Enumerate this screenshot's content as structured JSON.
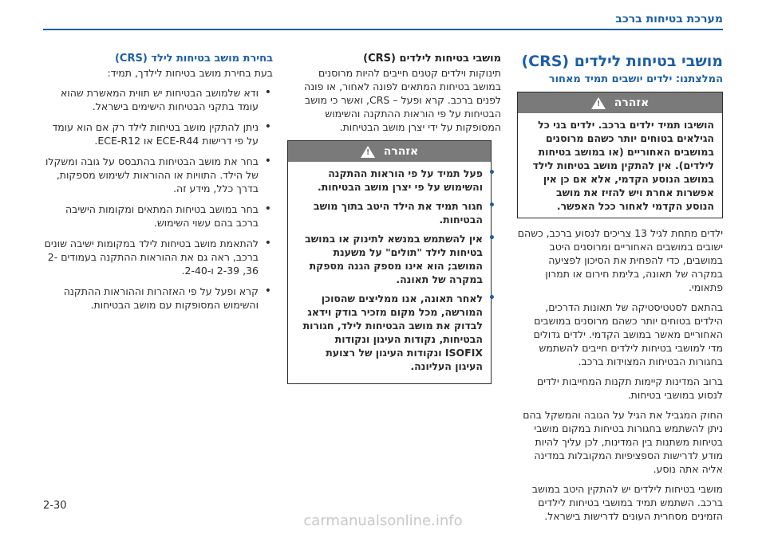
{
  "header": {
    "title": "מערכת בטיחות ברכב"
  },
  "right_col": {
    "main_heading": "מושבי בטיחות לילדים (CRS)",
    "sub_heading": "המלצתנו: ילדים יושבים תמיד מאחור",
    "warning": {
      "title": "אזהרה",
      "text": "הושיבו תמיד ילדים ברכב. ילדים בני כל הגילאים בטוחים יותר כשהם מרוסנים במושבים האחוריים (או במושב בטיחות לילדים). אין להתקין מושב בטיחות לילד במושב הנוסע הקדמי, אלא אם כן אין אפשרות אחרת ויש להזיז את מושב הנוסע הקדמי לאחור ככל האפשר."
    },
    "paragraphs": [
      "ילדים מתחת לגיל 13 צריכים לנסוע ברכב, כשהם ישובים במושבים האחוריים ומרוסנים היטב במושבים, כדי להפחית את הסיכון לפציעה במקרה של תאונה, בלימת חירום או תמרון פתאומי.",
      "בהתאם לסטטיסטיקה של תאונות הדרכים, הילדים בטוחים יותר כשהם מרוסנים במושבים האחוריים מאשר במושב הקדמי. ילדים גדולים מדי למושבי בטיחות לילדים חייבים להשתמש בחגורות הבטיחות המצוידות ברכב.",
      "ברוב המדינות קיימות תקנות המחייבות ילדים לנסוע במושבי בטיחות.",
      "החוק המגביל את הגיל על הגובה והמשקל בהם ניתן להשתמש בחגורות בטיחות במקום מושבי בטיחות משתנות בין המדינות, לכן עליך להיות מודע לדרישות הספציפיות המקובלות במדינה אליה אתה נוסע.",
      "מושבי בטיחות לילדים יש להתקין היטב במושב ברכב. השתמש תמיד במושבי בטיחות לילדים הזמינים מסחרית העונים לדרישות בישראל."
    ]
  },
  "middle_col": {
    "heading": "מושבי בטיחות לילדים (CRS)",
    "intro": "תינוקות וילדים קטנים חייבים להיות מרוסנים במושב בטיחות המתאים לפונה לאחור, או פונה לפנים ברכב. קרא ופעל – CRS, ואשר כי מושב הבטיחות על פי הוראות ההתקנה והשימוש המסופקות על ידי יצרן מושב הבטיחות.",
    "warning": {
      "title": "אזהרה",
      "items": [
        "פעל תמיד על פי הוראות ההתקנה והשימוש על פי יצרן מושב הבטיחות.",
        "חגור תמיד את הילד היטב בתוך מושב הבטיחות.",
        "אין להשתמש במנשא לתינוק או במושב בטיחות לילד \"תולים\" על משענת המושב; הוא אינו מספק הגנה מספקת במקרה של תאונה.",
        "לאחר תאונה, אנו ממליצים שהסוכן המורשה, מכל מקום מזכיר בודק וידאג לבדוק את מושב הבטיחות לילד, חגורות הבטיחות, נקודות העיגון ונקודות ISOFIX ונקודות העיגון של רצועת העיגון העליונה."
      ]
    }
  },
  "left_col": {
    "heading": "בחירת מושב בטיחות לילד (CRS)",
    "intro": "בעת בחירת מושב בטיחות לילדך, תמיד:",
    "items": [
      "ודא שלמושב הבטיחות יש תווית המאשרת שהוא עומד בתקני הבטיחות הישימים בישראל.",
      "ניתן להתקין מושב בטיחות לילד רק אם הוא עומד על פי דרישות ECE-R44 או ECE-R12.",
      "בחר את מושב הבטיחות בהתבסס על גובה ומשקלו של הילד. התוויות או ההוראות לשימוש מספקות, בדרך כלל, מידע זה.",
      "בחר במושב בטיחות המתאים ומקומות הישיבה ברכב בהם עשוי השימוש.",
      "להתאמת מושב בטיחות לילד במקומות ישיבה שונים ברכב, ראה גם את ההוראות ההתקנה בעמודים 2-36, 2-39 ו-2-40.",
      "קרא ופעל על פי האזהרות וההוראות ההתקנה והשימוש המסופקות עם מושב הבטיחות."
    ]
  },
  "footer": {
    "page_number": "2-30",
    "watermark": "carmanualsonline.info"
  }
}
